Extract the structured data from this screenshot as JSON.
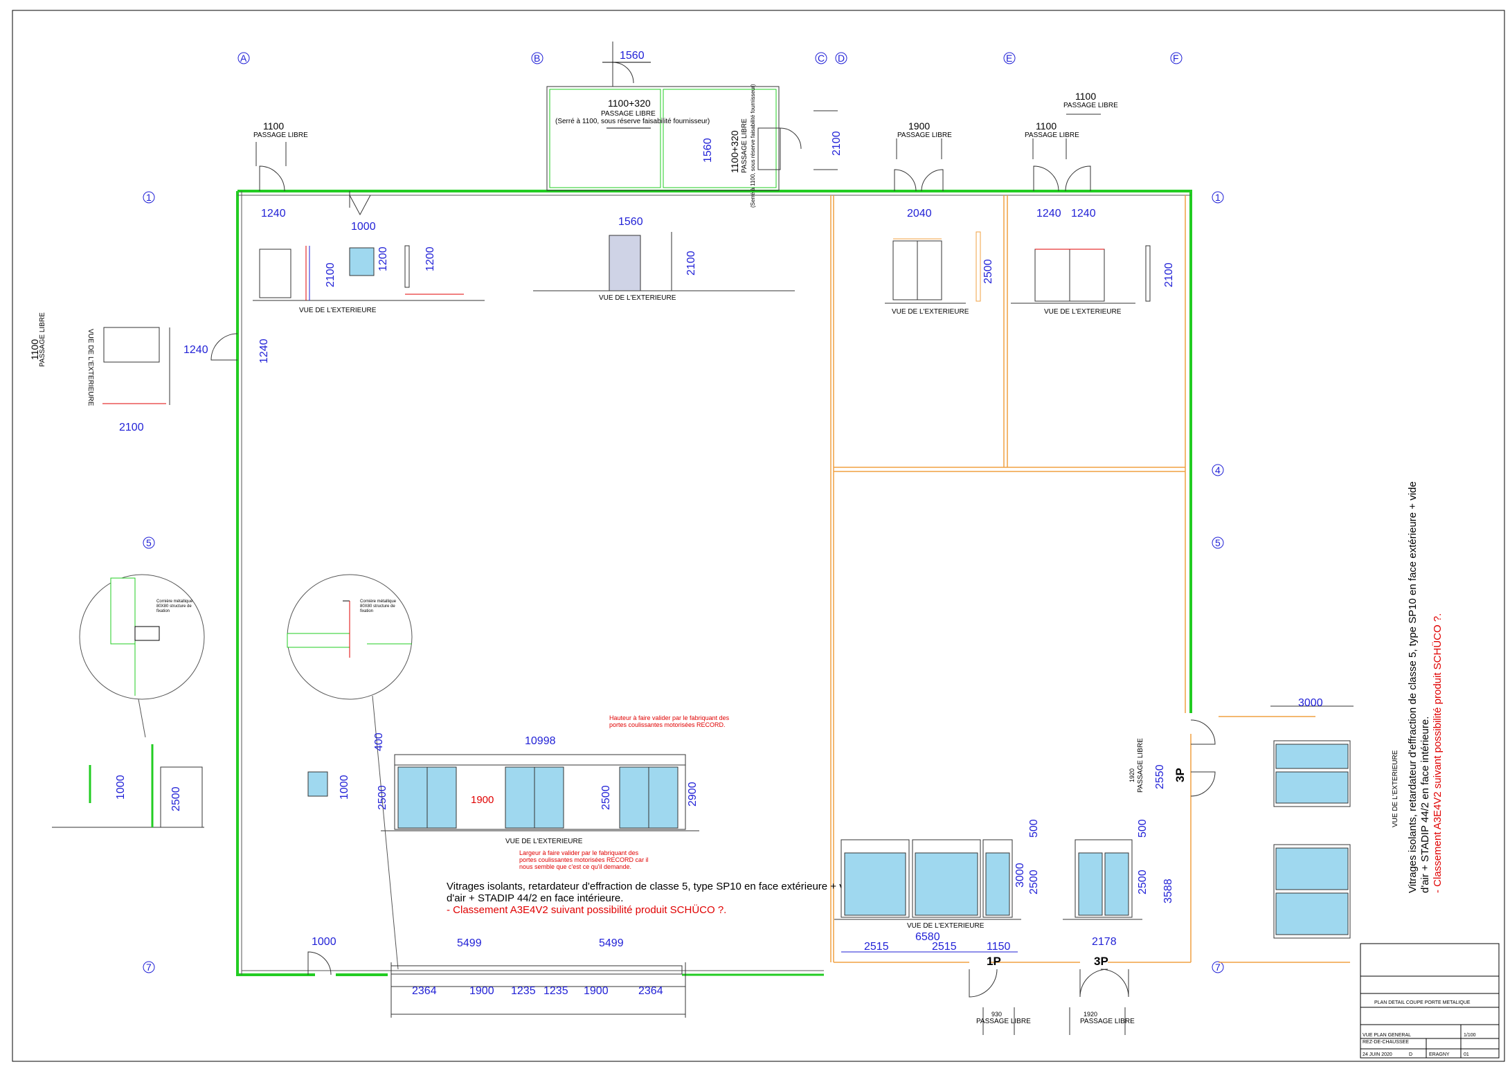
{
  "grid_axes": {
    "letters": [
      "A",
      "B",
      "C",
      "D",
      "E",
      "F"
    ],
    "numbers": [
      "1",
      "4",
      "5",
      "7"
    ]
  },
  "labels": {
    "passage_libre": "PASSAGE LIBRE",
    "vue_exterieur": "VUE DE L'EXTERIEURE",
    "vue_exterieur_alt": "VUE DE L'EXTERIEURE",
    "door_1p": "1P",
    "door_3p": "3P",
    "door_3p_side": "3P",
    "passage_libre_vertical": "PASSAGE LIBRE",
    "vue_exterieure_vertical": "VUE DE L'EXTERIEURE"
  },
  "dimensions": {
    "d1100_a": "1100",
    "d1240_a": "1240",
    "d1000_a": "1000",
    "d2100_a": "2100",
    "d1200_a": "1200",
    "d1200_b": "1200",
    "d1560_top": "1560",
    "d1100_320": "1100+320",
    "serre_note": "(Serré à 1100, sous réserve faisabilité fournisseur)",
    "d1560_side": "1560",
    "d1100_320_side": "1100+320",
    "serre_note_side": "(Serré à 1100, sous réserve faisabilité fournisseur)",
    "d2100_side": "2100",
    "d1560_door": "1560",
    "d2100_door": "2100",
    "d1900_top": "1900",
    "d2040": "2040",
    "d2500_e": "2500",
    "d1100_f1": "1100",
    "d1100_f2": "1100",
    "d1240_f1": "1240",
    "d1240_f2": "1240",
    "d2100_f": "2100",
    "d1100_left": "1100",
    "d1240_left1": "1240",
    "d1240_left2": "1240",
    "d2100_left": "2100",
    "d1000_det": "1000",
    "d2500_det": "2500",
    "d1000_win": "1000",
    "d10998": "10998",
    "d400": "400",
    "d2500_g1": "2500",
    "d1900_red": "1900",
    "d2500_g2": "2500",
    "d2900": "2900",
    "d1000_bot": "1000",
    "d5499_a": "5499",
    "d5499_b": "5499",
    "d2364_a": "2364",
    "d1900_a": "1900",
    "d1235_a": "1235",
    "d1235_b": "1235",
    "d1900_b": "1900",
    "d2364_b": "2364",
    "d500_a": "500",
    "d500_b": "500",
    "d2500_s1": "2500",
    "d3000_s": "3000",
    "d2500_s2": "2500",
    "d3588": "3588",
    "d6580": "6580",
    "d2515_a": "2515",
    "d2515_b": "2515",
    "d1150": "1150",
    "d2178": "2178",
    "d930": "930",
    "d1920_bot": "1920",
    "d1920_side": "1920",
    "d2550": "2550",
    "d3000_r": "3000"
  },
  "notes": {
    "red_top_1": "Hauteur à faire valider par le fabriquant des",
    "red_top_2": "portes coulissantes motorisées RECORD.",
    "red_mid_1": "Largeur à faire valider par le fabriquant des",
    "red_mid_2": "portes coulissantes motorisées RECORD car il",
    "red_mid_3": "nous semble que c'est ce qu'il demande.",
    "vitrage_1": "Vitrages isolants, retardateur d'effraction de classe 5, type SP10 en face extérieure + vide",
    "vitrage_2": "d'air + STADIP 44/2 en face intérieure.",
    "vitrage_3": "- Classement A3E4V2 suivant possibilité produit SCHÜCO ?.",
    "detail_1_a": "Cornière métallique",
    "detail_1_b": "80X80 structure de",
    "detail_1_c": "fixation",
    "detail_2_a": "Cornière métallique",
    "detail_2_b": "80X80 structure de",
    "detail_2_c": "fixation"
  },
  "title_block": {
    "plan_detail": "PLAN DETAIL COUPE PORTE METALIQUE",
    "vue_plan": "VUE PLAN GENERAL",
    "rez": "REZ-DE-CHAUSSEE",
    "scale": "1/100",
    "date": "24 JUIN 2020",
    "index": "D",
    "projet": "ERAGNY",
    "num": "01"
  },
  "colors": {
    "wall_green": "#22cc22",
    "partition_orange": "#f0a040",
    "dimension_blue": "#1f1fd6",
    "glass_blue": "#9fd8ef",
    "note_red": "#e00000"
  }
}
